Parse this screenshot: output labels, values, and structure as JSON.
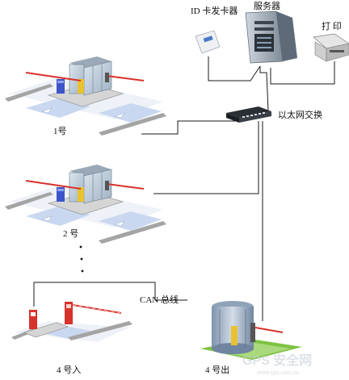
{
  "labels": {
    "id_card_issuer": "ID 卡发卡器",
    "server": "服务器",
    "printer": "打 印",
    "switch": "以太网交换",
    "gate1": "1号",
    "gate2": "2 号",
    "can_bus": "CAN 总线",
    "gate4_in": "4 号入",
    "gate4_out": "4 号出",
    "watermark": "GPS 安全网",
    "watermark_url": "www.cps.com.cn"
  },
  "colors": {
    "wire": "#1a1a1a",
    "booth_glass": "#b8c7d6",
    "booth_roof": "#8fa3b8",
    "barrier_red": "#d8322c",
    "gate_yellow": "#e8c231",
    "reader_blue": "#3d55c8",
    "lane_blue": "#c9d8f0",
    "curb": "#a4a4a4",
    "base_green": "#7fc243"
  },
  "icons": [
    "id-card-reader-icon",
    "server-icon",
    "printer-icon",
    "ethernet-switch-icon",
    "toll-booth-icon",
    "barrier-gate-icon",
    "card-reader-icon"
  ]
}
